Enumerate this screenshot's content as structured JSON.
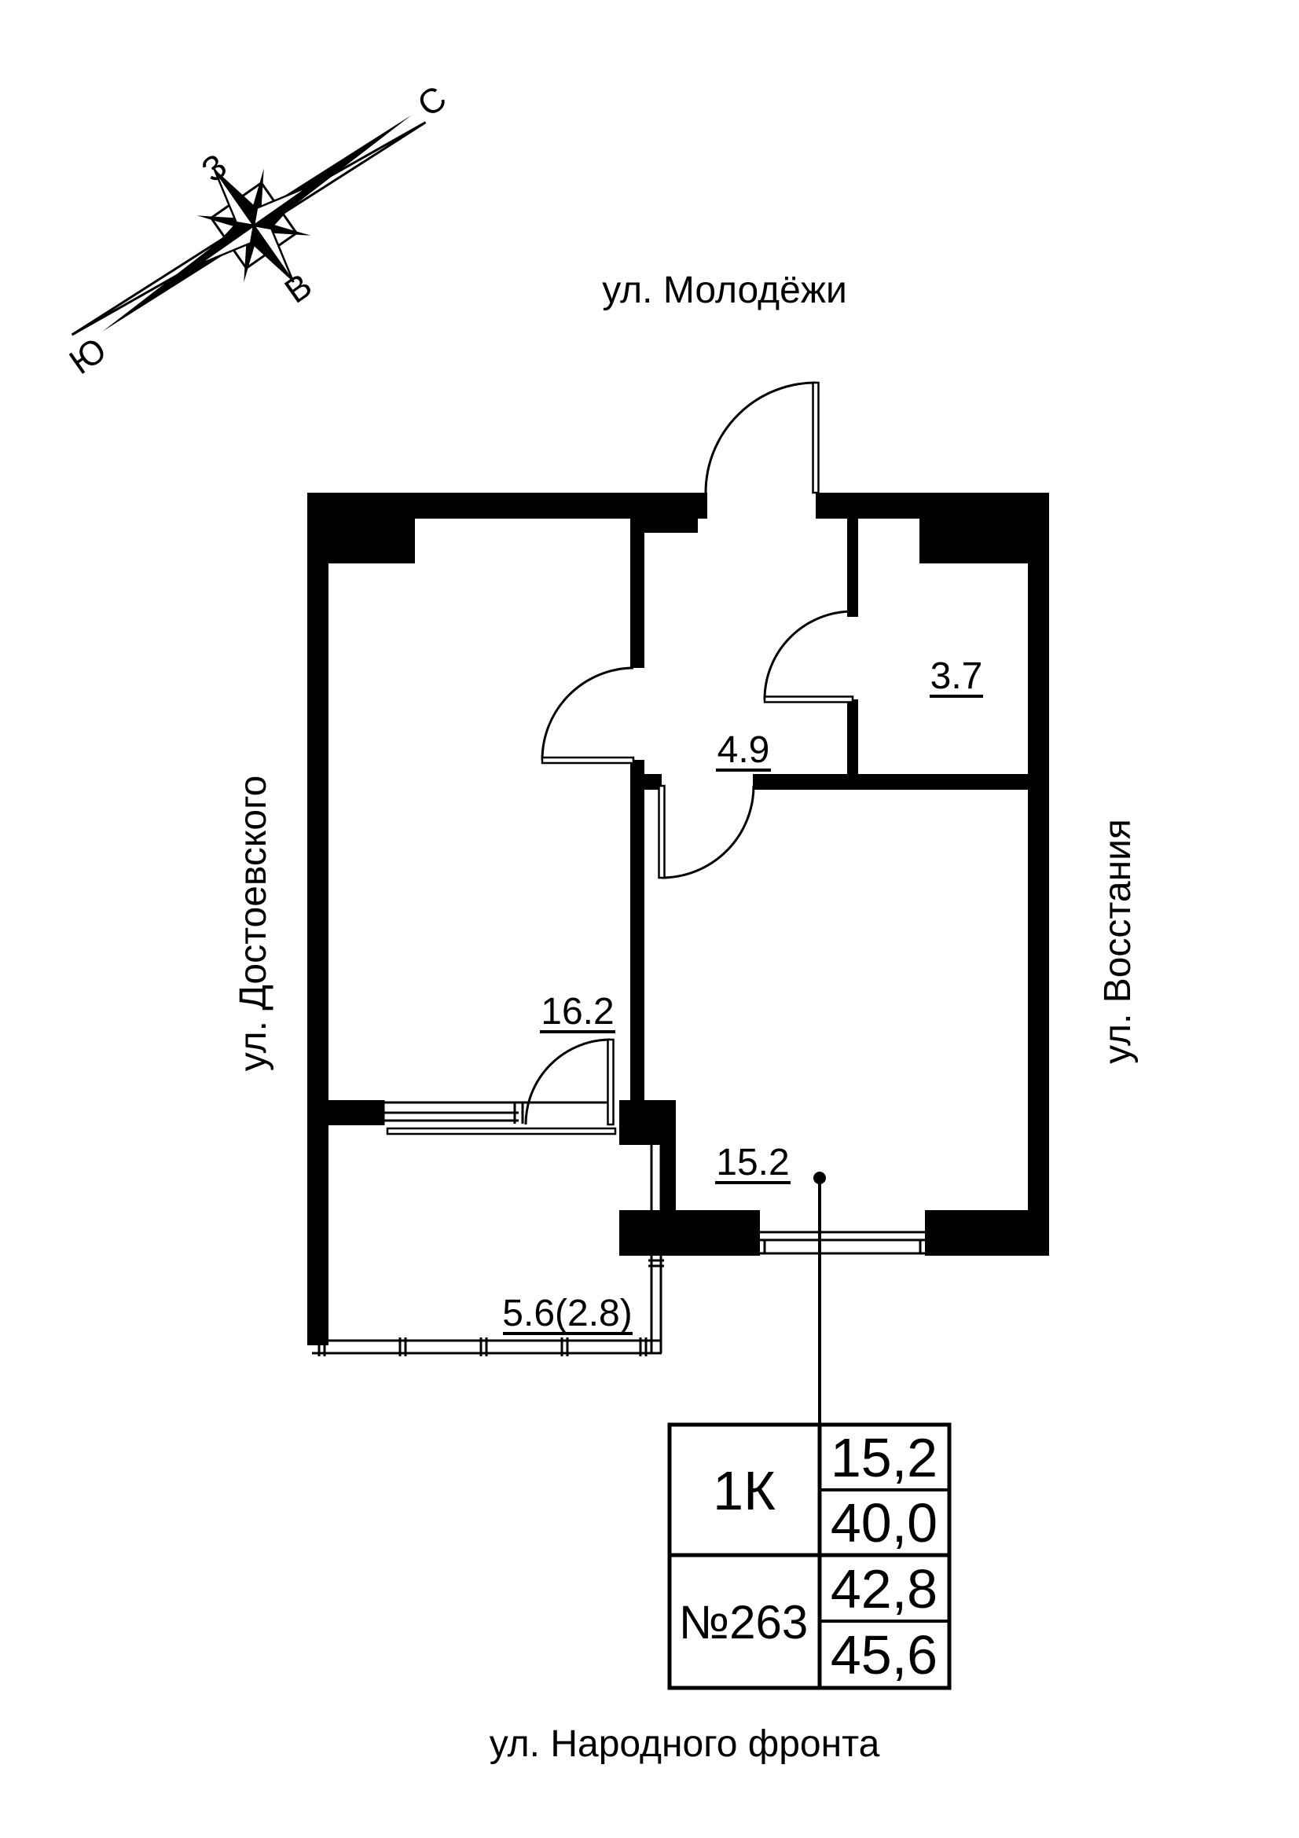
{
  "compass": {
    "north": "С",
    "south": "Ю",
    "west": "З",
    "east": "В"
  },
  "streets": {
    "top": "ул. Молодёжи",
    "left": "ул. Достоевского",
    "right": "ул. Восстания",
    "bottom": "ул. Народного фронта"
  },
  "room_areas": {
    "hallway": "4.9",
    "bathroom": "3.7",
    "bedroom": "16.2",
    "living_room": "15.2",
    "balcony": "5.6(2.8)"
  },
  "info_table": {
    "apartment_type": "1К",
    "apartment_number": "№263",
    "values": [
      "15,2",
      "40,0",
      "42,8",
      "45,6"
    ]
  },
  "colors": {
    "ink": "#000000",
    "paper": "#ffffff"
  }
}
